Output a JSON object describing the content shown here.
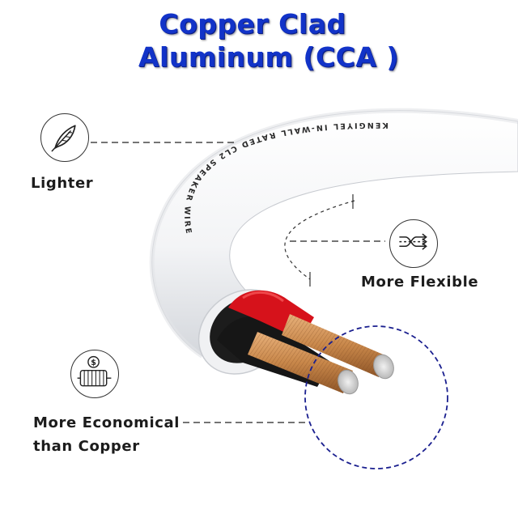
{
  "title": {
    "line1": "Copper Clad",
    "line2": "Aluminum (CCA )"
  },
  "cable": {
    "print_text": "KENGIYEL IN-WALL RATED CL2 SPEAKER WIRE"
  },
  "features": [
    {
      "label": "Lighter",
      "icon": "feather-icon"
    },
    {
      "label": "More Flexible",
      "icon": "flex-arrows-icon"
    },
    {
      "label_line1": "More Economical",
      "label_line2": "than Copper",
      "icon": "coin-coil-icon"
    }
  ],
  "colors": {
    "title": "#1233c8",
    "callout_circle": "#1a1f8f",
    "cable": "#ffffff",
    "copper": "#c98a4a",
    "red_insulation": "#d6121b"
  }
}
